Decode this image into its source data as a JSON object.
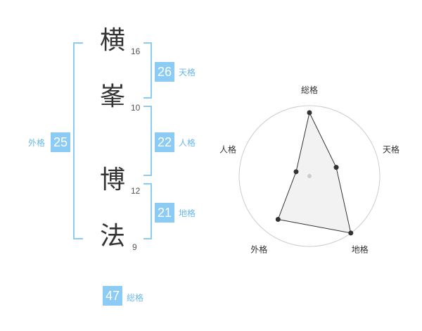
{
  "colors": {
    "accent": "#8ccbf3",
    "label": "#6bb8e8",
    "kanji": "#333333",
    "grid": "#cccccc",
    "area_fill": "#f0f0f0",
    "line": "#333333"
  },
  "name": {
    "characters": [
      {
        "char": "横",
        "strokes": "16"
      },
      {
        "char": "峯",
        "strokes": "10"
      },
      {
        "char": "博",
        "strokes": "12"
      },
      {
        "char": "法",
        "strokes": "9"
      }
    ]
  },
  "fortunes": {
    "tenkaku": {
      "value": "26",
      "label": "天格"
    },
    "jinkaku": {
      "value": "22",
      "label": "人格"
    },
    "chikaku": {
      "value": "21",
      "label": "地格"
    },
    "gaikaku": {
      "value": "25",
      "label": "外格"
    },
    "soukaku": {
      "value": "47",
      "label": "総格"
    }
  },
  "chart_data": {
    "type": "radar",
    "axes": [
      "総格",
      "天格",
      "地格",
      "外格",
      "人格"
    ],
    "values": [
      4.5,
      2.0,
      5.0,
      3.8,
      1.0
    ],
    "rmax": 5,
    "rings": 5
  }
}
